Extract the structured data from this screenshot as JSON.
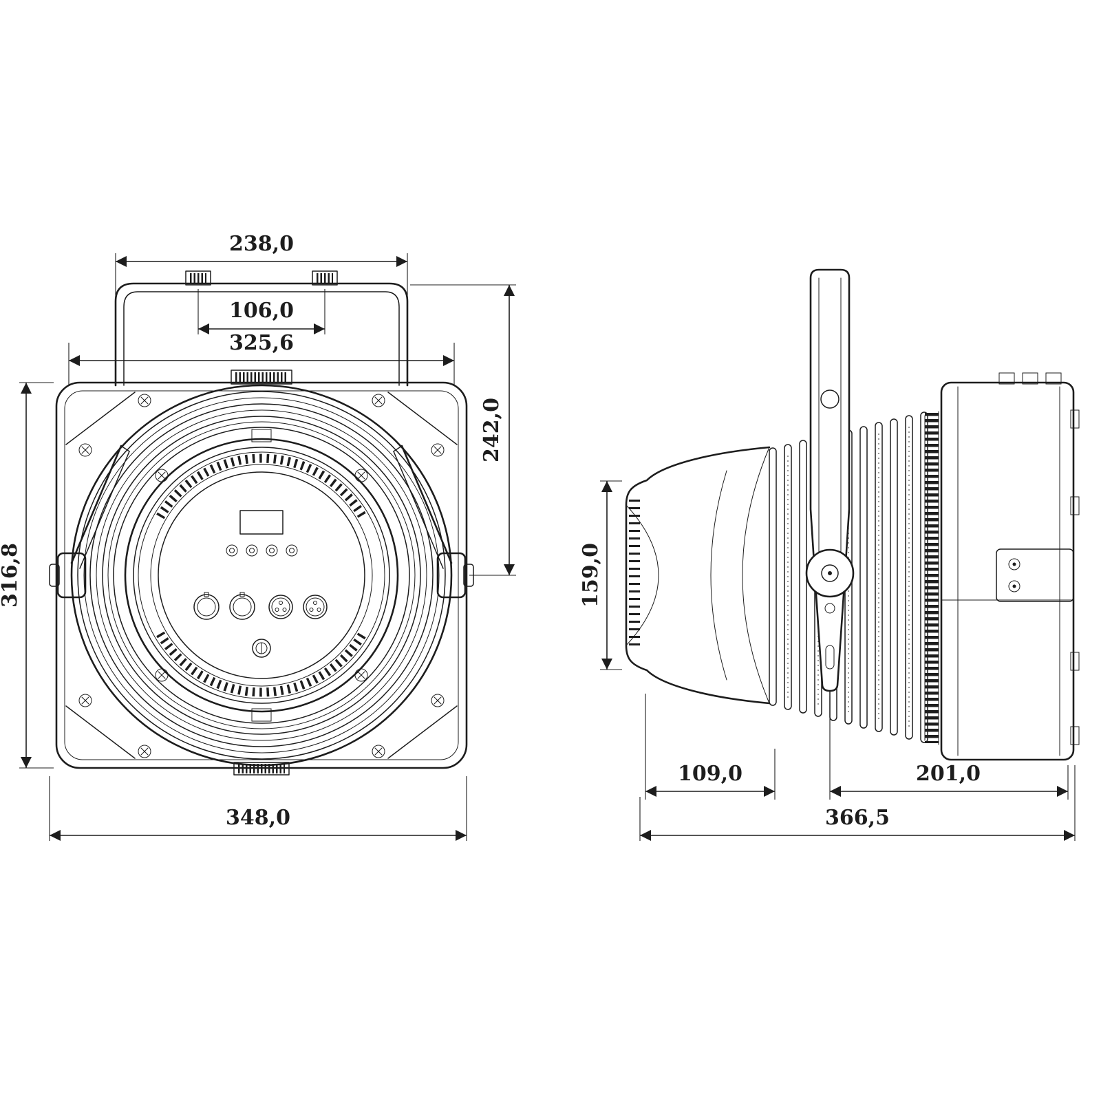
{
  "colors": {
    "background": "#ffffff",
    "line": "#1d1d1d"
  },
  "front_view": {
    "dimensions": {
      "yoke_width": "238,0",
      "bracket_spacing": "106,0",
      "body_width": "325,6",
      "yoke_height": "242,0",
      "body_height": "316,8",
      "overall_width": "348,0"
    }
  },
  "side_view": {
    "dimensions": {
      "rear_height": "159,0",
      "rear_depth": "109,0",
      "front_depth": "201,0",
      "overall_depth": "366,5"
    }
  }
}
